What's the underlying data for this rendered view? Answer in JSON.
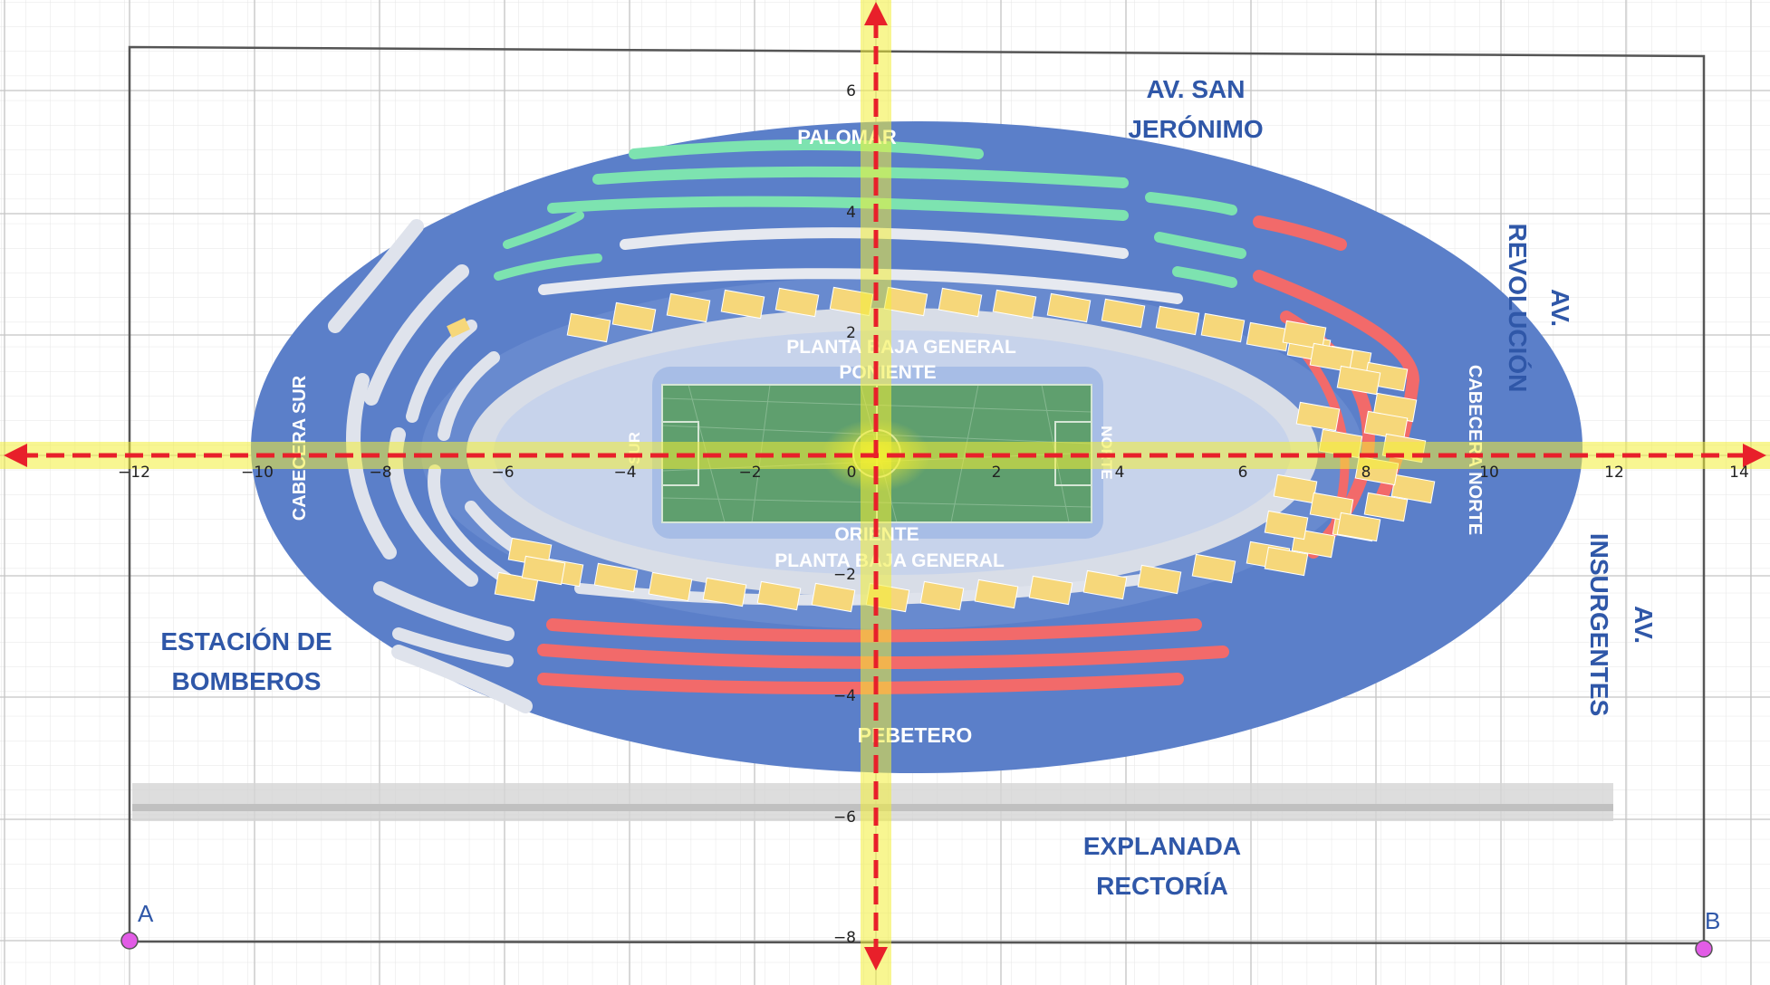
{
  "axes": {
    "x_ticks": [
      "−12",
      "−10",
      "−8",
      "−6",
      "−4",
      "−2",
      "0",
      "2",
      "4",
      "6",
      "8",
      "10",
      "12",
      "14"
    ],
    "y_ticks": [
      "6",
      "4",
      "2",
      "−2",
      "−4",
      "−6",
      "−8"
    ]
  },
  "stadium": {
    "palomar": "PALOMAR",
    "pebetero": "PEBETERO",
    "cabecera_sur": "CABECERA SUR",
    "cabecera_norte": "CABECERA NORTE",
    "poniente": [
      "PLANTA BAJA GENERAL",
      "PONIENTE"
    ],
    "oriente": [
      "ORIENTE",
      "PLANTA BAJA GENERAL"
    ],
    "sur": "SUR",
    "norte": "NORTE"
  },
  "surroundings": {
    "av_san_jeronimo": [
      "AV. SAN",
      "JERÓNIMO"
    ],
    "av_revolucion": [
      "AV.",
      "REVOLUCIÓN"
    ],
    "av_insurgentes": [
      "AV.",
      "INSURGENTES"
    ],
    "estacion_bomberos": [
      "ESTACIÓN DE",
      "BOMBEROS"
    ],
    "explanada_rectoria": [
      "EXPLANADA",
      "RECTORÍA"
    ]
  },
  "points": {
    "a": "A",
    "b": "B"
  },
  "colors": {
    "stadium_blue": "#5b7fc9",
    "label_blue": "#2f57a8",
    "seat_green": "#7de3b0",
    "seat_red": "#f26a6a",
    "box_yellow": "#f6d77a",
    "seat_white": "#dfe3ec",
    "field_green": "#5f9f6e",
    "axis_red": "#e8202a",
    "axis_glow": "#f2ee3a",
    "point_pink": "#e25ce6"
  }
}
